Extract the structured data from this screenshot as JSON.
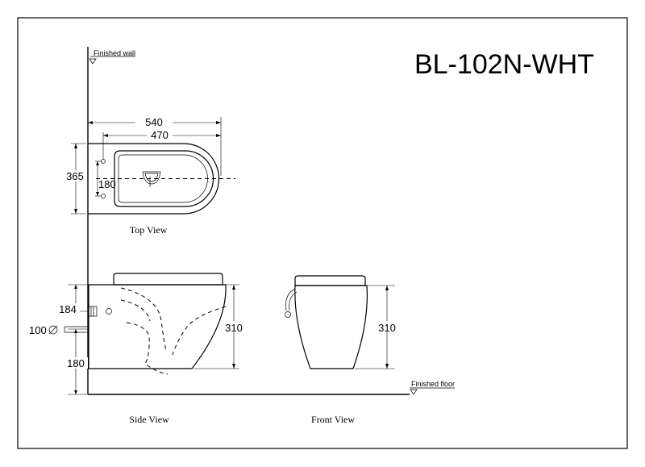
{
  "title": "BL-102N-WHT",
  "labels": {
    "finished_wall": "Finished wall",
    "finished_floor": "Finished floor",
    "top_view": "Top View",
    "side_view": "Side View",
    "front_view": "Front View"
  },
  "dimensions": {
    "top_overall_length": "540",
    "top_inner_length": "470",
    "top_width": "365",
    "top_bolt_spacing": "180",
    "side_inlet_height": "184",
    "side_outlet_diameter": "100",
    "side_outlet_height": "180",
    "side_height": "310",
    "front_height": "310"
  }
}
